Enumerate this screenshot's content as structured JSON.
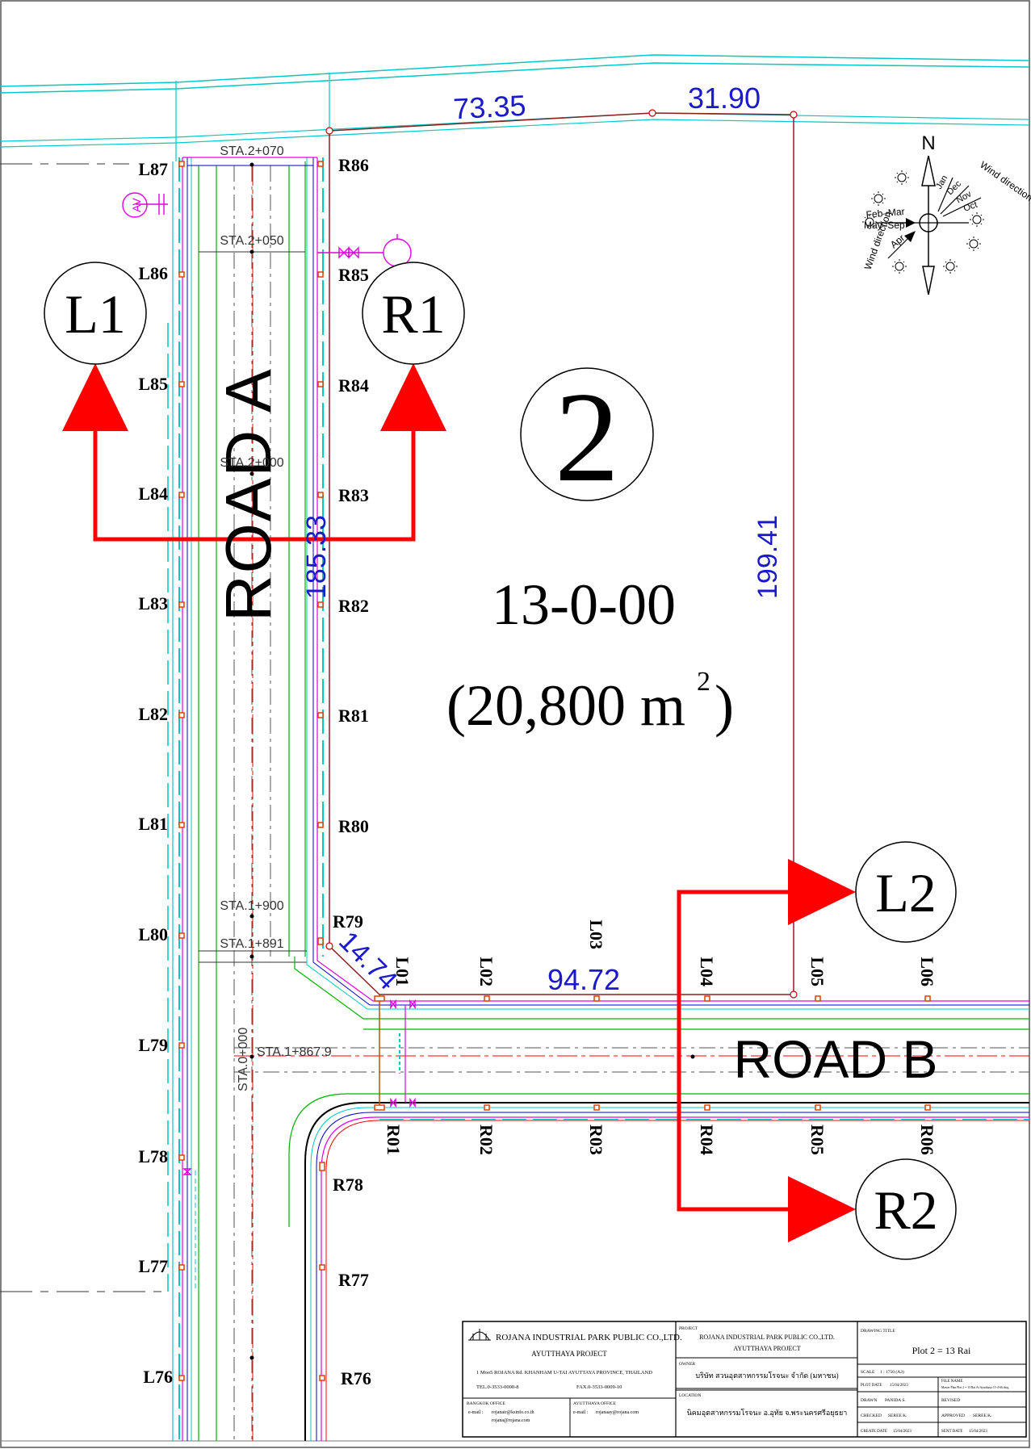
{
  "plot": {
    "number": "2",
    "area_rai": "13-0-00",
    "area_sqm": "(20,800 m",
    "area_sqm_close": ")",
    "area_sup": "2"
  },
  "roads": {
    "road_a": "ROAD  A",
    "road_b": "ROAD  B"
  },
  "dimensions": {
    "top_left": "73.35",
    "top_right": "31.90",
    "left_side": "185.33",
    "right_side": "199.41",
    "bottom": "94.72",
    "corner": "14.74"
  },
  "stations": {
    "s2070": "STA.2+070",
    "s2050": "STA.2+050",
    "s2000": "STA.2+000",
    "s1900": "STA.1+900",
    "s1891": "STA.1+891",
    "s1867": "STA.1+867.9",
    "s0000": "STA.0+000"
  },
  "left_labels": [
    "L87",
    "L86",
    "L85",
    "L84",
    "L83",
    "L82",
    "L81",
    "L80",
    "L79",
    "L78",
    "L77",
    "L76"
  ],
  "right_labels": [
    "R86",
    "R85",
    "R84",
    "R83",
    "R82",
    "R81",
    "R80",
    "R79",
    "R78",
    "R77",
    "R76"
  ],
  "top_road_labels": [
    "L01",
    "L02",
    "L03",
    "L04",
    "L05",
    "L06"
  ],
  "bottom_road_labels": [
    "R01",
    "R02",
    "R03",
    "R04",
    "R05",
    "R06"
  ],
  "markers": {
    "l1": "L1",
    "r1": "R1",
    "l2": "L2",
    "r2": "R2",
    "av": "AV"
  },
  "compass": {
    "north": "N",
    "wind_top": "Wind direction",
    "wind_left": "Wind direction",
    "feb_mar": "Feb–Mar",
    "may_sep": "May–Sep",
    "apr": "Apr",
    "jan": "Jan",
    "dec": "Dec",
    "nov": "Nov",
    "oct": "Oct"
  },
  "title_block": {
    "company": "ROJANA INDUSTRIAL PARK PUBLIC CO.,LTD.",
    "project_name": "AYUTTHAYA PROJECT",
    "address": "1 Moo5   ROJANA Rd. KHANHAM U-TAI  AYUTTAYA PROVINCE, THAILAND",
    "tel": "TEL.0-3533-0000-8",
    "fax": "FAX.0-3533-0009-10",
    "bangkok_office": "BANGKOK OFFICE",
    "bangkok_email_label": "e-mail :",
    "bangkok_email1": "rojanair@ksinfo.co.th",
    "bangkok_email2": "rojana@rojana.com",
    "ayutthaya_office": "AYUTTHAYA OFFICE",
    "ayutthaya_email_label": "e-mail :",
    "ayutthaya_email": "rojanaay@rojana.com",
    "project_label": "PROJECT",
    "project_company": "ROJANA INDUSTRIAL PARK PUBLIC CO.,LTD.",
    "project_sub": "AYUTTHAYA PROJECT",
    "owner_label": "OWNER",
    "owner_value": "บริษัท สวนอุตสาหกรรมโรจนะ จำกัด (มหาชน)",
    "location_label": "LOCATION",
    "location_value": "นิคมอุตสาหกรรมโรจนะ อ.อุทัย จ.พระนครศรีอยุธยา",
    "drawing_title_label": "DRAWING TITLE",
    "drawing_title": "Plot 2 = 13 Rai",
    "scale_label": "SCALE",
    "scale_value": "1 : 1750 (A3)",
    "plot_date_label": "PLOT DATE",
    "plot_date_value": "15/04/2023",
    "file_name_label": "FILE NAME",
    "file_name_value": "Master Plan Plot 2 = 13 Rai At Ayutthaya 15-4-66.dwg",
    "drawn_label": "DRAWN",
    "drawn_value": "PANIDA S.",
    "revised_label": "REVISED",
    "checked_label": "CHECKED",
    "checked_value": "SEREE K.",
    "approved_label": "APPROVED",
    "approved_value": "SEREE K.",
    "create_date_label": "CREATE DATE",
    "create_date_value": "15/04/2023",
    "sent_date_label": "SENT DATE",
    "sent_date_value": "15/04/2023"
  },
  "colors": {
    "arrow": "#ff0000",
    "dimension": "#1a1acc",
    "cyan": "#00c8c8",
    "green": "#00b400",
    "magenta": "#e000e0",
    "boundary": "#8b2020"
  }
}
